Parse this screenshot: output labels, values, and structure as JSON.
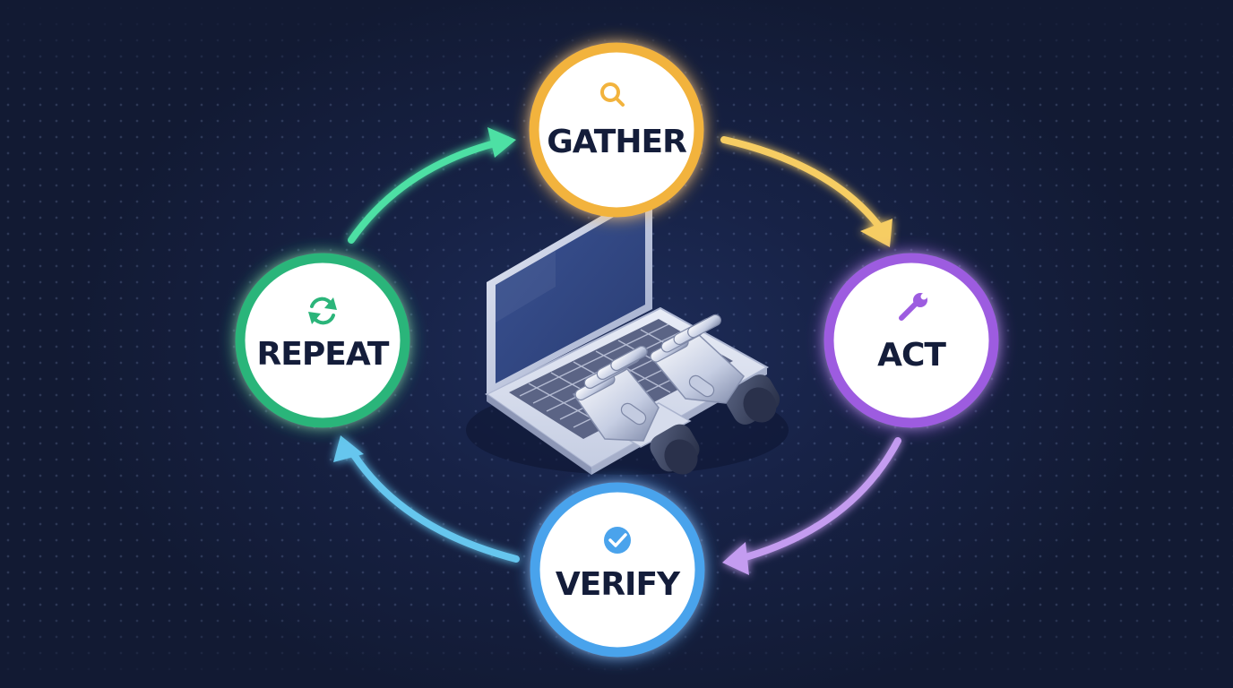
{
  "nodes": {
    "gather": {
      "label": "GATHER",
      "icon": "magnifier-icon",
      "color": "#f2b33d"
    },
    "act": {
      "label": "ACT",
      "icon": "wrench-icon",
      "color": "#9d5ce0"
    },
    "verify": {
      "label": "VERIFY",
      "icon": "checkmark-icon",
      "color": "#4aa3ec"
    },
    "repeat": {
      "label": "REPEAT",
      "icon": "refresh-icon",
      "color": "#2bb57a"
    }
  },
  "arrows": {
    "gather_to_act": {
      "color": "#f6cd63"
    },
    "act_to_verify": {
      "color": "#c49cf0"
    },
    "verify_to_repeat": {
      "color": "#66c6ee"
    },
    "repeat_to_gather": {
      "color": "#4ee0a4"
    }
  },
  "center_illustration": "laptop-with-robot-hands"
}
